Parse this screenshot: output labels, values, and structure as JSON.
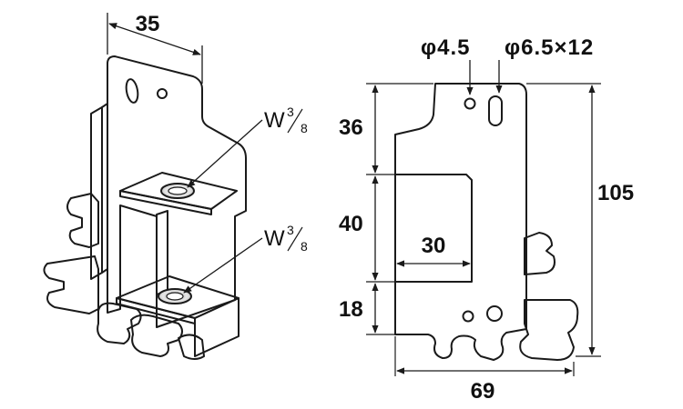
{
  "iso_view": {
    "width_dim": "35",
    "upper_thread": {
      "main": "W",
      "num": "3",
      "den": "8"
    },
    "lower_thread": {
      "main": "W",
      "num": "3",
      "den": "8"
    }
  },
  "front_view": {
    "hole_small": "φ4.5",
    "hole_slot": "φ6.5×12",
    "dim_36": "36",
    "dim_40": "40",
    "dim_30": "30",
    "dim_18": "18",
    "dim_105": "105",
    "dim_69": "69"
  },
  "colors": {
    "metal_light": "#f4f4f4",
    "metal_mid": "#d6d6d6",
    "metal_dark": "#9a9a9a",
    "line": "#1a1a1a"
  }
}
